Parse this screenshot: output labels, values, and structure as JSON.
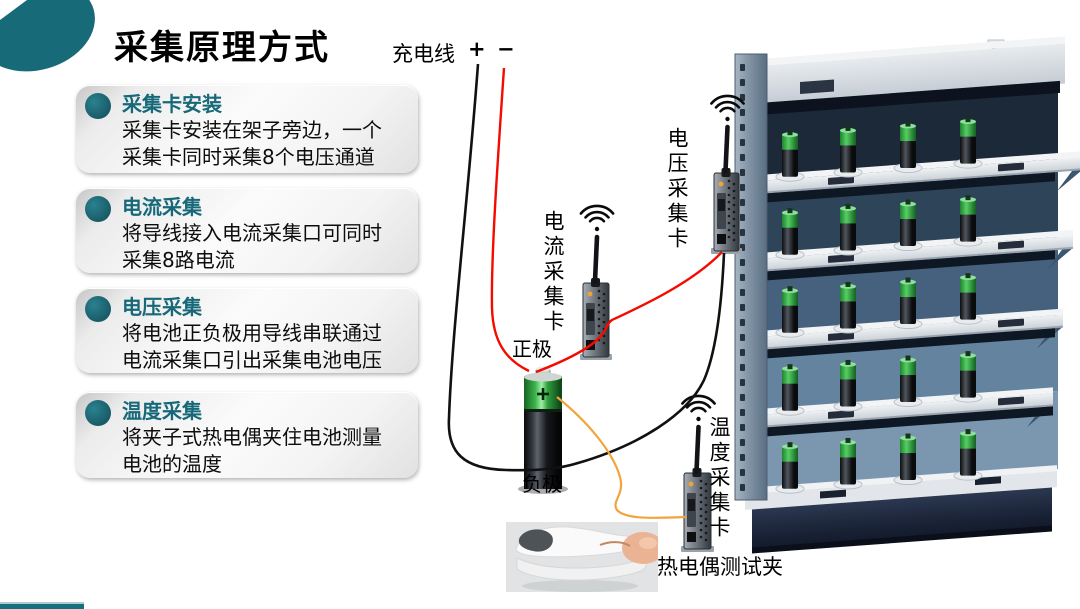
{
  "slide": {
    "title": "采集原理方式",
    "accent_color": "#176b78",
    "footer_bar_color": "#17707e"
  },
  "info_boxes": [
    {
      "heading": "采集卡安装",
      "line1": "采集卡安装在架子旁边，一个",
      "line2": "采集卡同时采集8个电压通道"
    },
    {
      "heading": "电流采集",
      "line1": "将导线接入电流采集口可同时",
      "line2": "采集8路电流"
    },
    {
      "heading": "电压采集",
      "line1": "将电池正负极用导线串联通过",
      "line2": "电流采集口引出采集电池电压"
    },
    {
      "heading": "温度采集",
      "line1": "将夹子式热电偶夹住电池测量",
      "line2": "电池的温度"
    }
  ],
  "diagram": {
    "charging_line_label": "充电线",
    "plus_sign": "+",
    "minus_sign": "−",
    "positive_terminal_label": "正极",
    "negative_terminal_label": "负极",
    "current_card_label": "电流采集卡",
    "voltage_card_label": "电压采集卡",
    "temperature_card_label": "温度采集卡",
    "thermocouple_clip_label": "热电偶测试夹",
    "wire_colors": {
      "charging_positive": "#111111",
      "charging_negative": "#f50a00",
      "voltage_wire": "#f50a00",
      "thermocouple_wire": "#f2a43c"
    },
    "battery_grid": {
      "rows": 5,
      "columns": 4
    }
  }
}
